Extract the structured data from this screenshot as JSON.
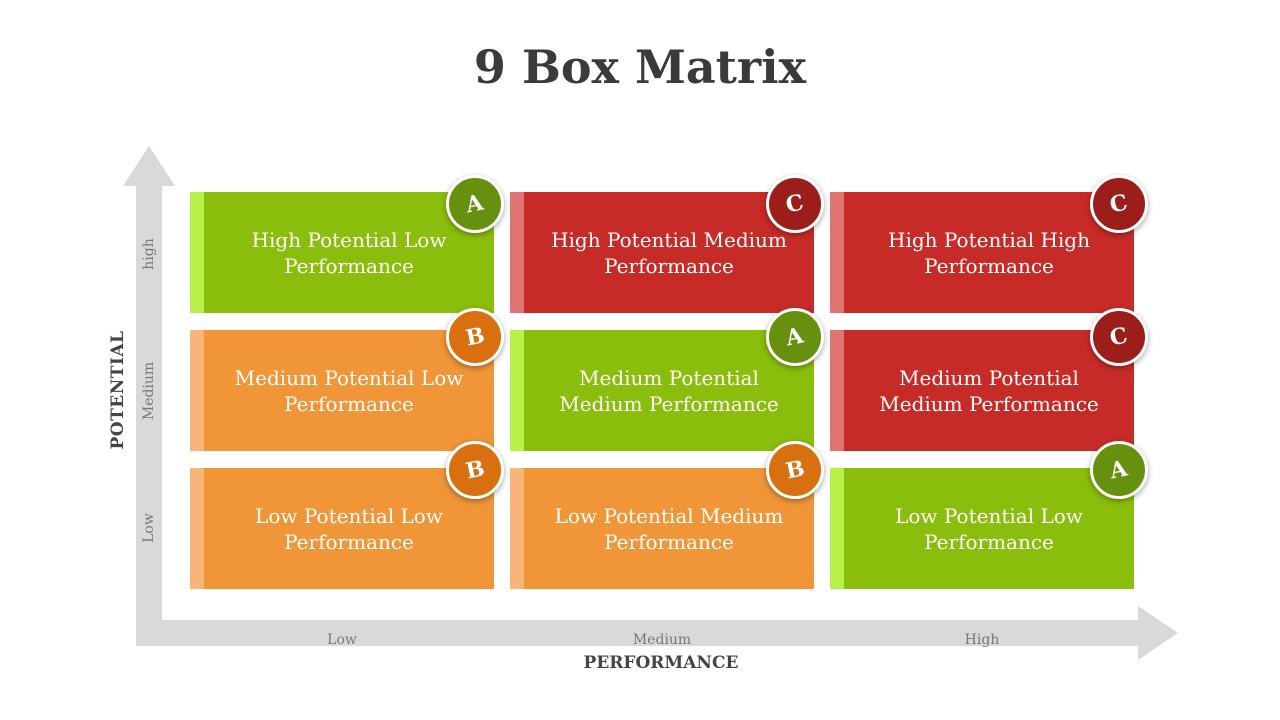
{
  "title": "9 Box Matrix",
  "y_axis": {
    "label": "POTENTIAL",
    "ticks": [
      "high",
      "Medium",
      "Low"
    ]
  },
  "x_axis": {
    "label": "PERFORMANCE",
    "ticks": [
      "Low",
      "Medium",
      "High"
    ]
  },
  "colors": {
    "green": "#8bbd0c",
    "orange": "#f09538",
    "red": "#c72b27",
    "axis": "#d9d9d9",
    "title": "#3a3a3a"
  },
  "cells": [
    {
      "row": 0,
      "col": 0,
      "text": "High Potential Low Performance",
      "color": "green",
      "badge": "A"
    },
    {
      "row": 0,
      "col": 1,
      "text": "High Potential Medium Performance",
      "color": "red",
      "badge": "C"
    },
    {
      "row": 0,
      "col": 2,
      "text": "High Potential High Performance",
      "color": "red",
      "badge": "C"
    },
    {
      "row": 1,
      "col": 0,
      "text": "Medium Potential Low Performance",
      "color": "orange",
      "badge": "B"
    },
    {
      "row": 1,
      "col": 1,
      "text": "Medium Potential Medium Performance",
      "color": "green",
      "badge": "A"
    },
    {
      "row": 1,
      "col": 2,
      "text": "Medium Potential Medium Performance",
      "color": "red",
      "badge": "C"
    },
    {
      "row": 2,
      "col": 0,
      "text": "Low Potential Low Performance",
      "color": "orange",
      "badge": "B"
    },
    {
      "row": 2,
      "col": 1,
      "text": "Low Potential Medium Performance",
      "color": "orange",
      "badge": "B"
    },
    {
      "row": 2,
      "col": 2,
      "text": "Low Potential Low Performance",
      "color": "green",
      "badge": "A"
    }
  ]
}
